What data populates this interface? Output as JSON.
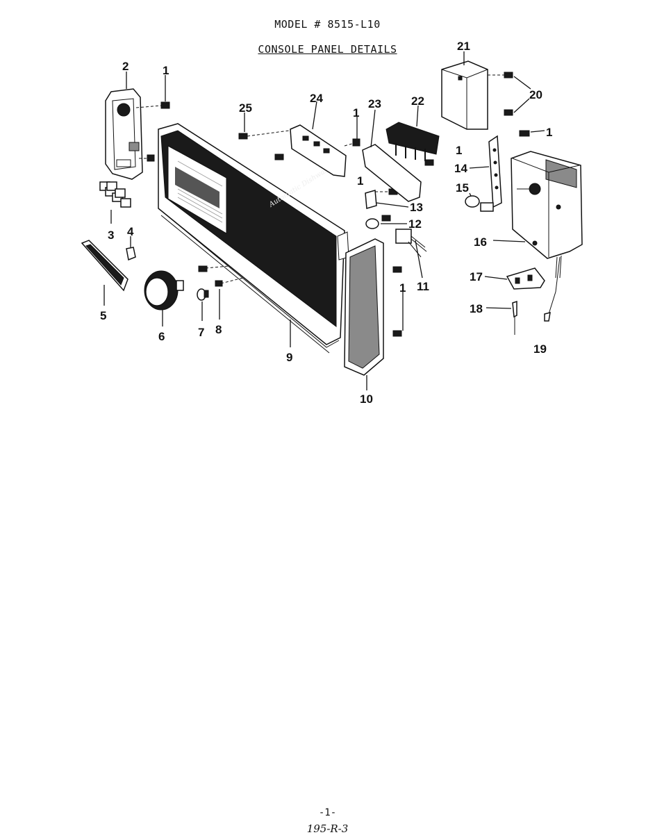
{
  "header": {
    "model": "MODEL # 8515-L10",
    "section": "CONSOLE PANEL DETAILS"
  },
  "panel_script": "Automatic Dishwasher",
  "callouts": {
    "c1a": "1",
    "c1b": "1",
    "c1c": "1",
    "c1d": "1",
    "c1e": "1",
    "c1f": "1",
    "c2": "2",
    "c3": "3",
    "c4": "4",
    "c5": "5",
    "c6": "6",
    "c7": "7",
    "c8": "8",
    "c9": "9",
    "c10": "10",
    "c11": "11",
    "c12": "12",
    "c13": "13",
    "c14": "14",
    "c15": "15",
    "c16": "16",
    "c17": "17",
    "c18": "18",
    "c19": "19",
    "c20": "20",
    "c21": "21",
    "c22": "22",
    "c23": "23",
    "c24": "24",
    "c25": "25"
  },
  "footer": {
    "page": "-1-",
    "code": "195-R-3"
  }
}
